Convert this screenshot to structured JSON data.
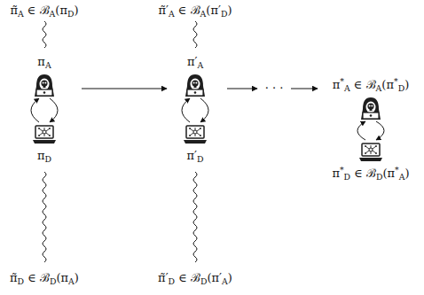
{
  "diagram": {
    "nodes": [
      {
        "text": [
          "πA"
        ]
      },
      {
        "text": [
          "πD"
        ]
      },
      {
        "text": [
          "π′A"
        ]
      },
      {
        "text": [
          "π′D"
        ]
      },
      {
        "text": [
          "π*A ∈ ℬA(π*D)"
        ]
      },
      {
        "text": [
          "π*D ∈ ℬD(π*A)"
        ]
      }
    ],
    "edges": [
      {
        "from": 0,
        "to": 1,
        "arrow": "to"
      },
      {
        "from": 1,
        "to": 0,
        "arrow": "to"
      },
      {
        "from": 2,
        "to": 3,
        "arrow": "to"
      },
      {
        "from": 3,
        "to": 2,
        "arrow": "to"
      },
      {
        "from": 4,
        "to": 5,
        "arrow": "to"
      },
      {
        "from": 5,
        "to": 4,
        "arrow": "to"
      }
    ],
    "labels": [
      "π̃A ∈ ℬA(πD)",
      "π̃D ∈ ℬD(πA)",
      "π̃′A ∈ ℬA(π′D)",
      "π̃′D ∈ ℬD(π′A)",
      "· · ·"
    ]
  }
}
